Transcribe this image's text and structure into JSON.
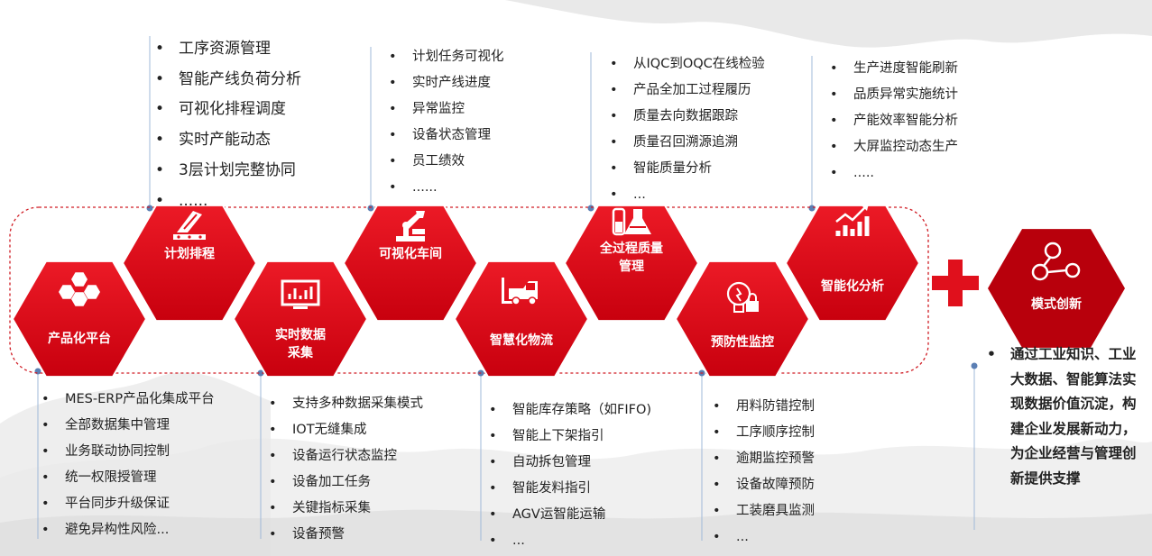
{
  "colors": {
    "red": "#e0101c",
    "dark_red": "#b8000c",
    "connector": "#9fb8d8",
    "dash": "#d01c24",
    "white": "#ffffff"
  },
  "hexes": [
    {
      "label1": "产品化平台",
      "label2": "",
      "icon": "molecule-icon"
    },
    {
      "label1": "计划排程",
      "label2": "",
      "icon": "scheduling-board-icon"
    },
    {
      "label1": "实时数据",
      "label2": "采集",
      "icon": "monitor-chart-icon"
    },
    {
      "label1": "可视化车间",
      "label2": "",
      "icon": "robot-arm-icon"
    },
    {
      "label1": "智慧化物流",
      "label2": "",
      "icon": "forklift-icon"
    },
    {
      "label1": "全过程质量",
      "label2": "管理",
      "icon": "lab-flask-icon"
    },
    {
      "label1": "预防性监控",
      "label2": "",
      "icon": "bulb-lock-icon"
    },
    {
      "label1": "智能化分析",
      "label2": "",
      "icon": "trend-chart-icon"
    }
  ],
  "plus_icon": "plus-icon",
  "innovation": {
    "label": "模式创新",
    "icon": "network-nodes-icon",
    "text": "通过工业知识、工业大数据、智能算法实现数据价值沉淀，构建企业发展新动力，为企业经营与管理创新提供支撑"
  },
  "top_lists": [
    [
      "工序资源管理",
      "智能产线负荷分析",
      "可视化排程调度",
      "实时产能动态",
      "3层计划完整协同",
      "......"
    ],
    [
      "计划任务可视化",
      "实时产线进度",
      "异常监控",
      "设备状态管理",
      "员工绩效",
      "......"
    ],
    [
      "从IQC到OQC在线检验",
      "产品全加工过程履历",
      "质量去向数据跟踪",
      "质量召回溯源追溯",
      "智能质量分析",
      "..."
    ],
    [
      "生产进度智能刷新",
      "品质异常实施统计",
      "产能效率智能分析",
      "大屏监控动态生产",
      "....."
    ]
  ],
  "bottom_lists": [
    [
      "MES-ERP产品化集成平台",
      "全部数据集中管理",
      "业务联动协同控制",
      "统一权限授管理",
      "平台同步升级保证",
      "避免异构性风险..."
    ],
    [
      "支持多种数据采集模式",
      "IOT无缝集成",
      "设备运行状态监控",
      "设备加工任务",
      "关键指标采集",
      "设备预警"
    ],
    [
      "智能库存策略（如FIFO)",
      "智能上下架指引",
      "自动拆包管理",
      "智能发料指引",
      "AGV运智能运输",
      "..."
    ],
    [
      "用料防错控制",
      "工序顺序控制",
      "逾期监控预警",
      "设备故障预防",
      "工装磨具监测",
      "..."
    ]
  ]
}
